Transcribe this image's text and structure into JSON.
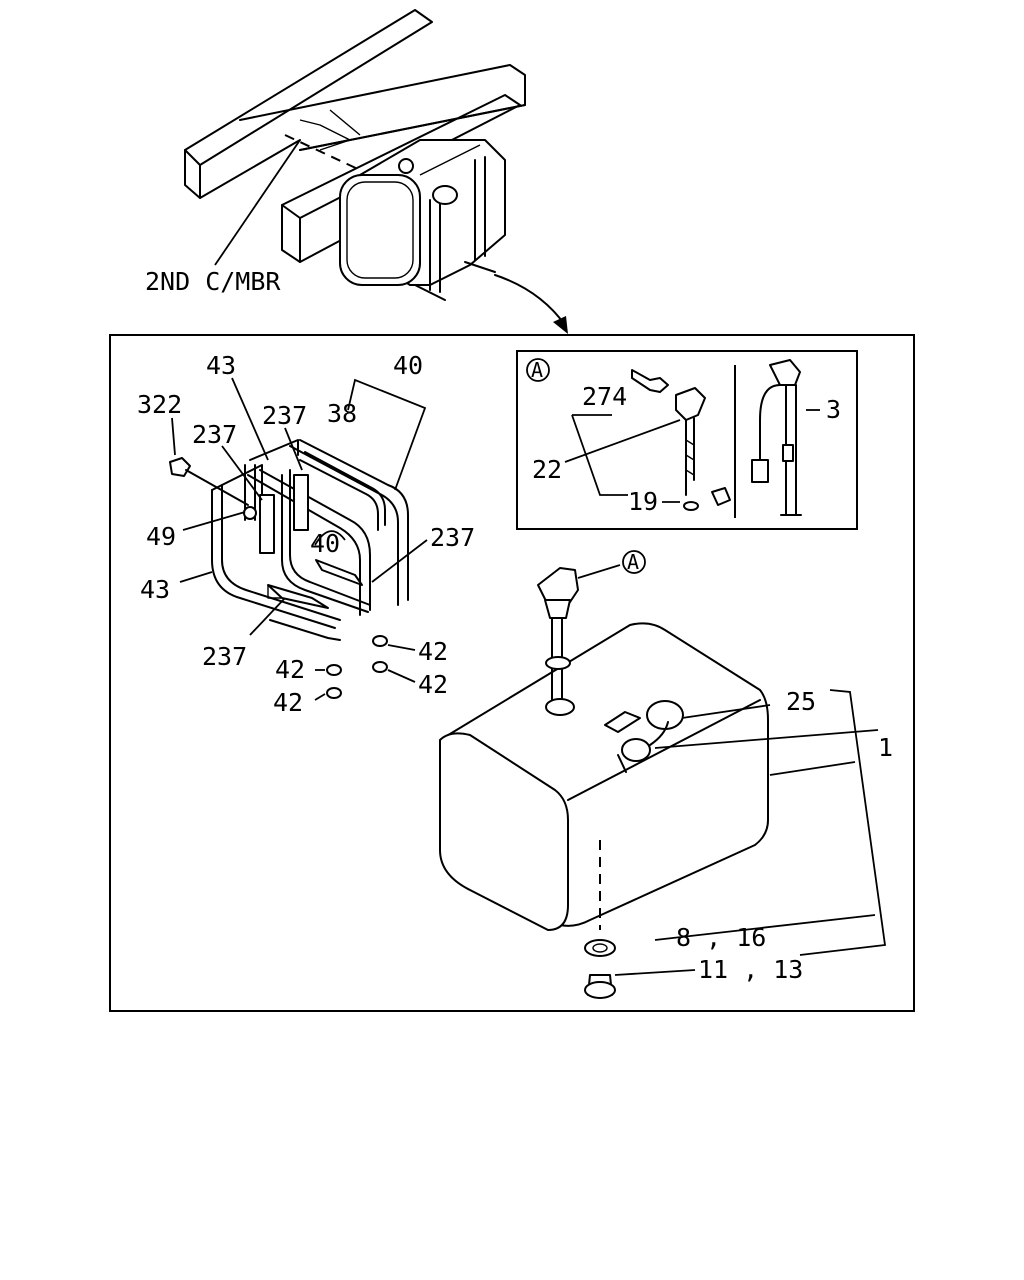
{
  "callouts": {
    "chassis_member": "2ND C/MBR",
    "detail_marker": "A",
    "detail_marker_tank": "A",
    "p322": "322",
    "p43_top": "43",
    "p43_left": "43",
    "p237_a": "237",
    "p237_b": "237",
    "p237_c": "237",
    "p237_d": "237",
    "p38": "38",
    "p40_top": "40",
    "p40_mid": "40",
    "p49": "49",
    "p42_a": "42",
    "p42_b": "42",
    "p42_c": "42",
    "p42_d": "42",
    "p274": "274",
    "p22": "22",
    "p19": "19",
    "p3": "3",
    "p25": "25",
    "p1": "1",
    "p8_16": "8 , 16",
    "p11_13": "11 , 13"
  }
}
